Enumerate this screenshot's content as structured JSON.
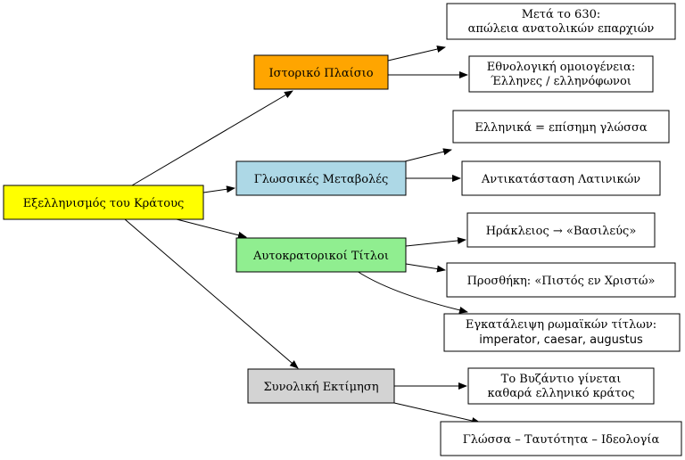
{
  "colors": {
    "root": "#ffff00",
    "historical": "#ffa500",
    "language": "#add8e6",
    "titles": "#90ee90",
    "assessment": "#d3d3d3",
    "leaf": "#ffffff"
  },
  "root": {
    "label": "Εξελληνισμός του Κράτους"
  },
  "branches": {
    "historical": {
      "label": "Ιστορικό Πλαίσιο",
      "leaves": [
        {
          "line1": "Μετά το 630:",
          "line2": "απώλεια ανατολικών επαρχιών"
        },
        {
          "line1": "Εθνολογική ομοιογένεια:",
          "line2": "Έλληνες / ελληνόφωνοι"
        }
      ]
    },
    "language": {
      "label": "Γλωσσικές Μεταβολές",
      "leaves": [
        {
          "line1": "Ελληνικά = επίσημη γλώσσα"
        },
        {
          "line1": "Αντικατάσταση Λατινικών"
        }
      ]
    },
    "titles": {
      "label": "Αυτοκρατορικοί Τίτλοι",
      "leaves": [
        {
          "line1": "Ηράκλειος → «Βασιλεύς»"
        },
        {
          "line1": "Προσθήκη: «Πιστός εν Χριστώ»"
        },
        {
          "line1": "Εγκατάλειψη ρωμαϊκών τίτλων:",
          "line2": "imperator, caesar, augustus"
        }
      ]
    },
    "assessment": {
      "label": "Συνολική Εκτίμηση",
      "leaves": [
        {
          "line1": "Το Βυζάντιο γίνεται",
          "line2": "καθαρά ελληνικό κράτος"
        },
        {
          "line1": "Γλώσσα – Ταυτότητα – Ιδεολογία"
        }
      ]
    }
  }
}
